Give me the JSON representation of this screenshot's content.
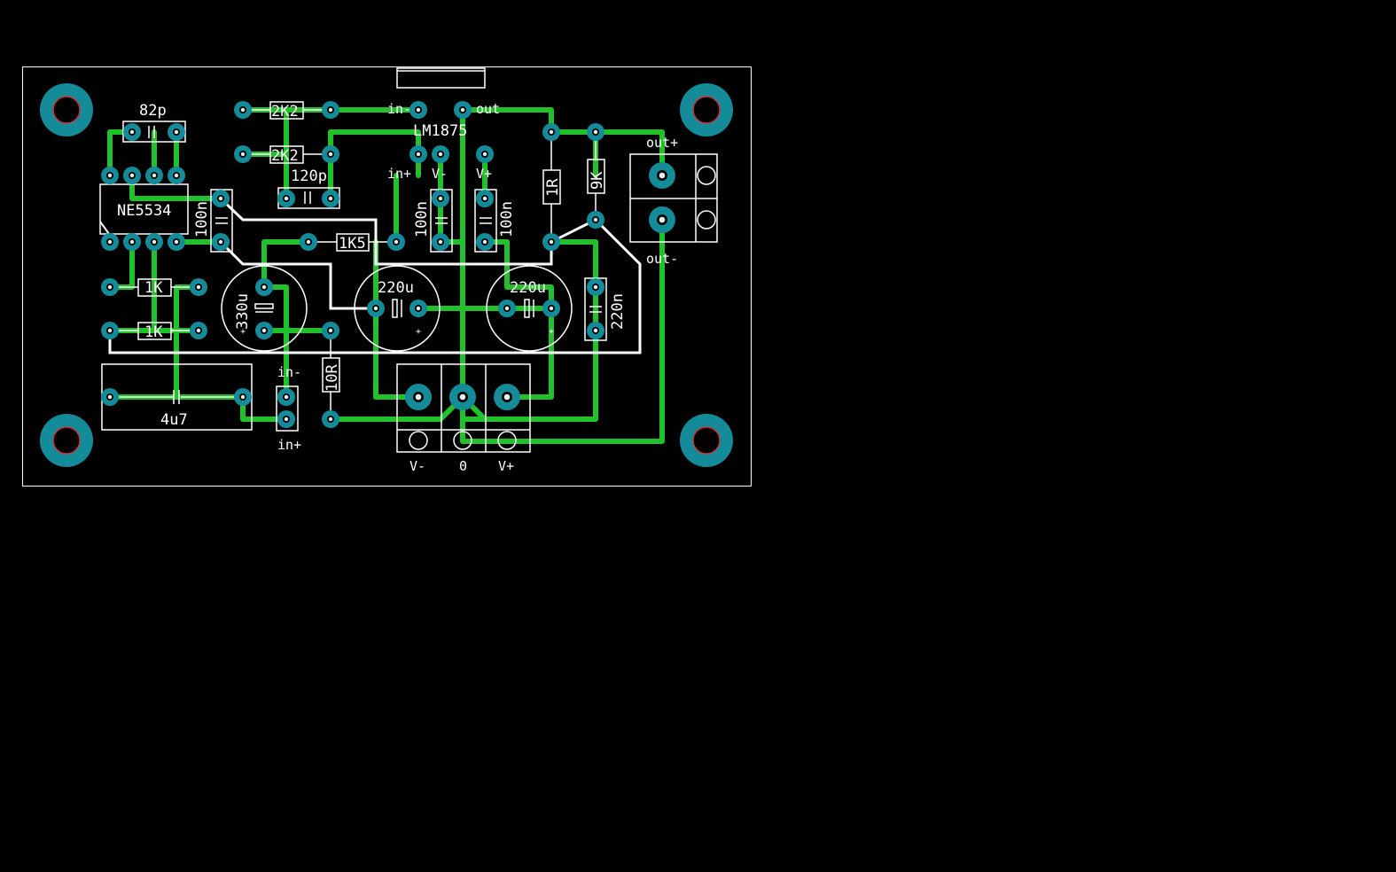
{
  "colors": {
    "background": "#000000",
    "silkscreen": "#ffffff",
    "trace": "#22c02a",
    "pad": "#138b99",
    "pad_hole": "#000000",
    "drill_ring": "#d0303a"
  },
  "labels": {
    "c_82p": "82p",
    "r_2k2_a": "2K2",
    "r_2k2_b": "2K2",
    "c_120p": "120p",
    "ic_ne5534": "NE5534",
    "c_100n_a": "100n",
    "c_100n_b": "100n",
    "c_100n_c": "100n",
    "r_1k5": "1K5",
    "r_1k_a": "1K",
    "r_1k_b": "1K",
    "c_330u": "330u",
    "c_220u_a": "220u",
    "c_220u_b": "220u",
    "c_220n": "220n",
    "r_10r": "10R",
    "c_4u7": "4u7",
    "r_1r": "1R",
    "r_9k": "9K",
    "ic_lm1875": "LM1875",
    "pin_in_minus": "in-",
    "pin_out": "out",
    "pin_in_plus": "in+",
    "pin_v_minus": "V-",
    "pin_v_plus": "V+",
    "out_plus": "out+",
    "out_minus": "out-",
    "input_in_minus": "in-",
    "input_in_plus": "in+",
    "psu_v_minus": "V-",
    "psu_zero": "0",
    "psu_v_plus": "V+",
    "plus_sign_a": "+",
    "plus_sign_b": "+",
    "plus_sign_c": "+"
  }
}
